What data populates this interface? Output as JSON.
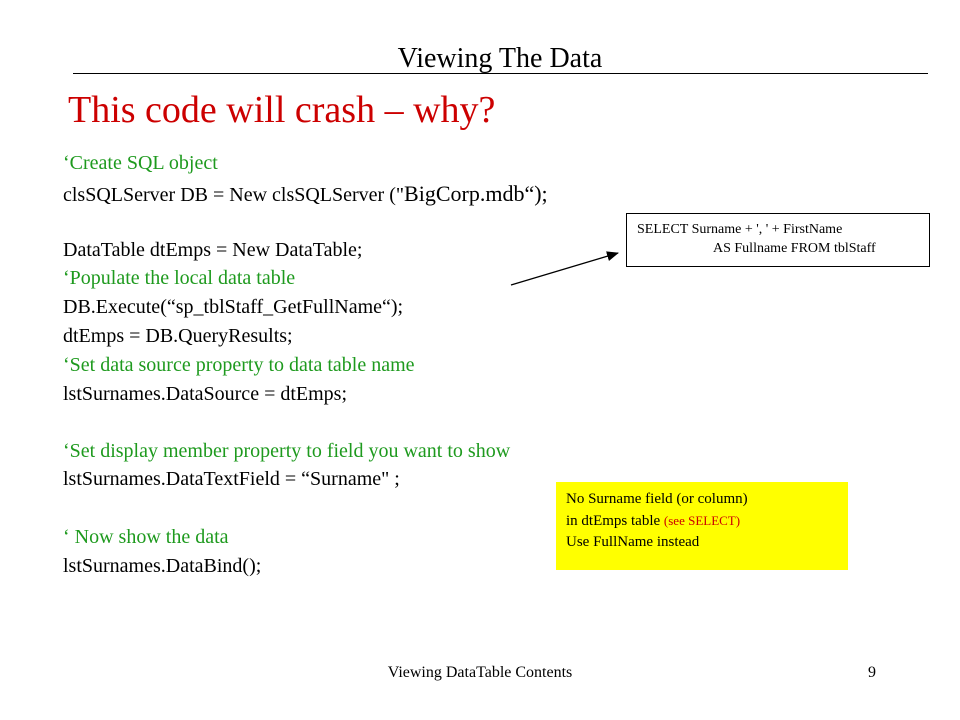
{
  "slide": {
    "title": "Viewing The Data",
    "headline": "This code will crash – why?",
    "code": {
      "l1": "‘Create SQL object",
      "l2a": "clsSQLServer DB = New clsSQLServer (\"",
      "l2b": "BigCorp.mdb“);",
      "l3": "DataTable dtEmps = New DataTable;",
      "l4": "‘Populate the local data table",
      "l5": "DB.Execute(“sp_tblStaff_GetFullName“);",
      "l6": "dtEmps = DB.QueryResults;",
      "l7": "‘Set data source property to data table name",
      "l8": "lstSurnames.DataSource = dtEmps;",
      "l9": "‘Set display member property to field you want to show",
      "l10": "lstSurnames.DataTextField = “Surname\" ;",
      "l11": "‘ Now show the data",
      "l12": "lstSurnames.DataBind();"
    },
    "select_callout": {
      "line1": "SELECT Surname + ', ' + FirstName",
      "line2": "AS Fullname FROM tblStaff"
    },
    "note_callout": {
      "line1": "No Surname field (or column)",
      "line2a": "in  dtEmps table ",
      "line2b": "(see SELECT)",
      "line3": "Use FullName instead"
    },
    "footer": "Viewing DataTable Contents",
    "page_number": "9"
  },
  "colors": {
    "headline": "#cc0000",
    "comment": "#1e9a1e",
    "note_background": "#ffff00"
  }
}
